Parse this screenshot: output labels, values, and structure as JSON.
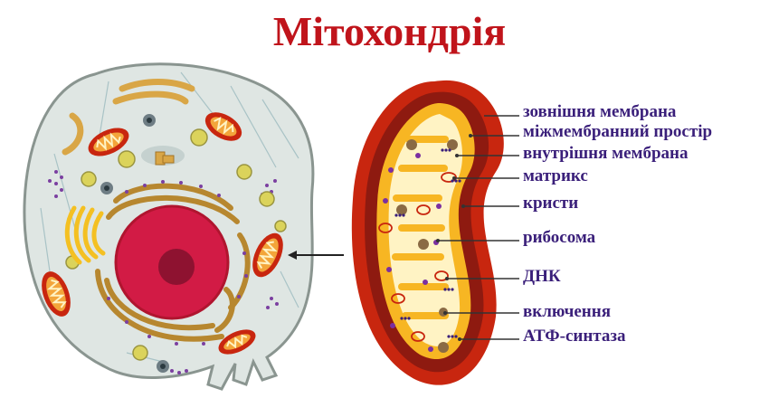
{
  "title": "Мітохондрія",
  "labels": [
    {
      "id": "outer-membrane",
      "text": "зовнішня мембрана"
    },
    {
      "id": "intermembrane-space",
      "text": "міжмембранний простір"
    },
    {
      "id": "inner-membrane",
      "text": "внутрішня мембрана"
    },
    {
      "id": "matrix",
      "text": "матрикс"
    },
    {
      "id": "cristae",
      "text": "кристи"
    },
    {
      "id": "ribosome",
      "text": "рибосома"
    },
    {
      "id": "dna",
      "text": "ДНК"
    },
    {
      "id": "inclusion",
      "text": "включення"
    },
    {
      "id": "atp-synthase",
      "text": "АТФ-синтаза"
    }
  ],
  "colors": {
    "title": "#c0141b",
    "label": "#3a1f7a",
    "outer_membrane": "#c8260f",
    "intermembrane": "#8e1a10",
    "cristae": "#f7b623",
    "matrix": "#fff3c4",
    "cell_fill": "#dfe6e3",
    "nucleus": "#d21b45",
    "golgi": "#d4a03a"
  }
}
